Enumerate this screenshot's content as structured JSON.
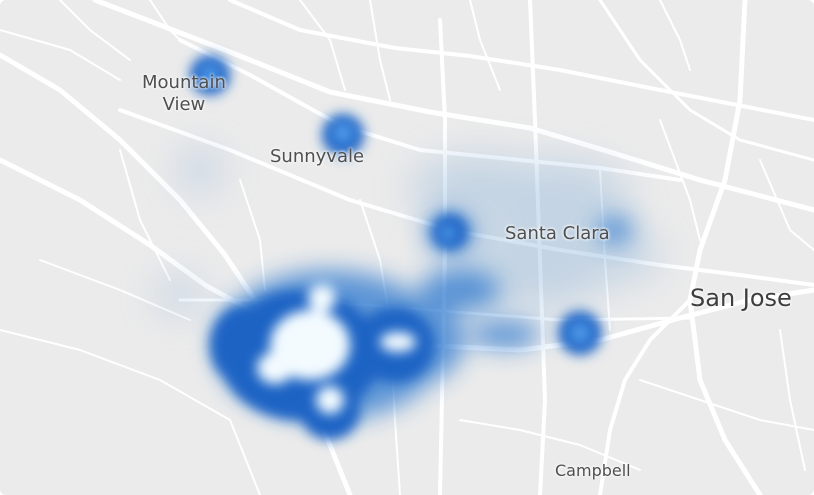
{
  "map": {
    "labels": {
      "mountain_view_line1": "Mountain",
      "mountain_view_line2": "View",
      "sunnyvale": "Sunnyvale",
      "santa_clara": "Santa Clara",
      "san_jose": "San Jose",
      "campbell": "Campbell"
    },
    "colors": {
      "land": "#ebebeb",
      "road": "#ffffff",
      "heat_low": "#5b9bd5",
      "heat_mid": "#1f6fd0",
      "heat_high": "#f2fbff"
    }
  }
}
